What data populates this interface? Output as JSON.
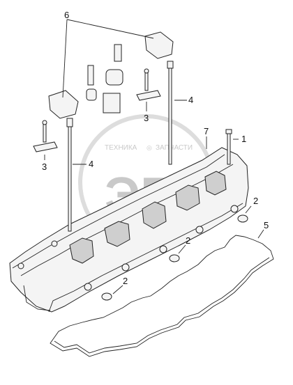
{
  "callouts": {
    "c6": "6",
    "c4_top": "4",
    "c3_right": "3",
    "c7": "7",
    "c1": "1",
    "c3_left": "3",
    "c4_left": "4",
    "c2_top": "2",
    "c5": "5",
    "c2_mid": "2",
    "c2_low": "2"
  },
  "watermark": {
    "left": "ТЕХНИКА",
    "right": "ЗАПЧАСТИ",
    "logo": "ЭП"
  }
}
